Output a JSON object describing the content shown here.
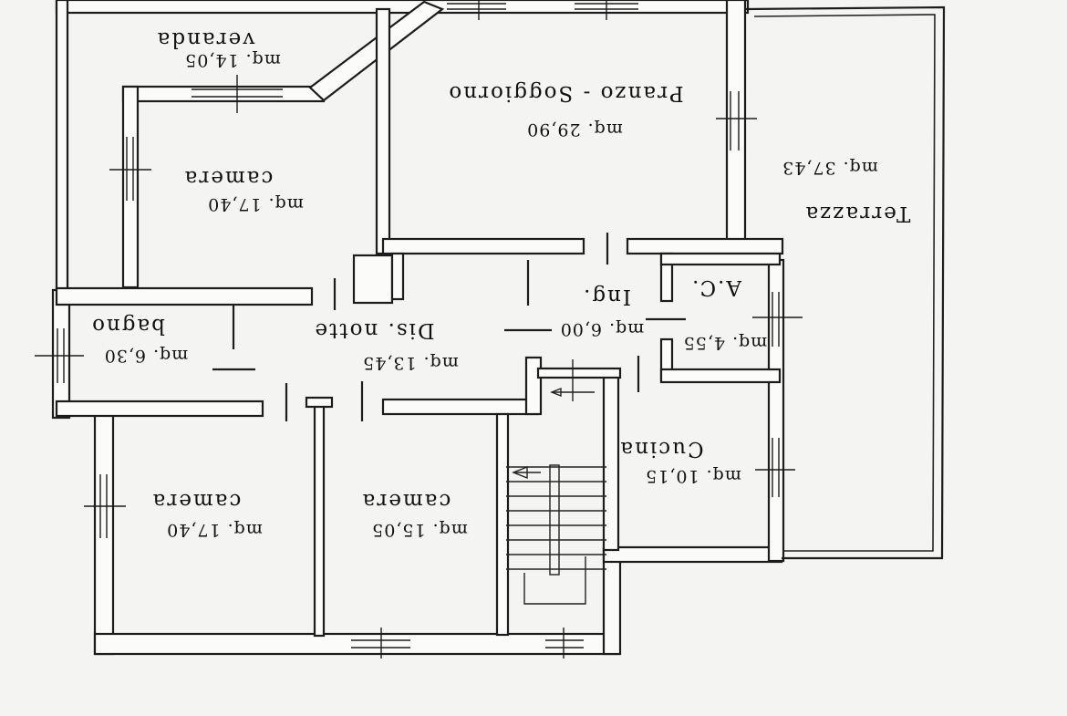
{
  "rooms": {
    "veranda": {
      "name": "veranda",
      "area": "mq. 14,05"
    },
    "soggiorno": {
      "name": "Pranzo  -  Soggiorno",
      "area": "mq. 29,90"
    },
    "terrazza": {
      "name": "Terrazza",
      "area": "mq. 37,43"
    },
    "camera_top": {
      "name": "camera",
      "area": "mq. 17,40"
    },
    "ingresso": {
      "name": "Ing.",
      "area": "mq. 6,00"
    },
    "ac": {
      "name": "A.C.",
      "area": "mq. 4,55"
    },
    "bagno": {
      "name": "bagno",
      "area": "mq. 6,30"
    },
    "dis_notte": {
      "name": "Dis.  notte",
      "area": "mq. 13,45"
    },
    "cucina": {
      "name": "Cucina",
      "area": "mq. 10,15"
    },
    "camera_bl": {
      "name": "camera",
      "area": "mq. 17,40"
    },
    "camera_bm": {
      "name": "camera",
      "area": "mq. 15,05"
    }
  }
}
